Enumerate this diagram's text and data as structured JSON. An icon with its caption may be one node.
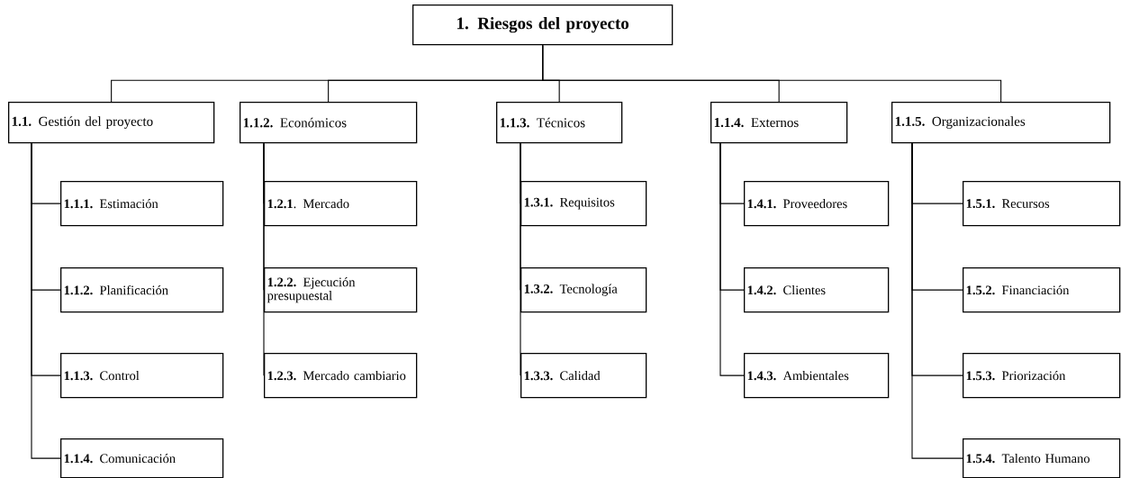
{
  "diagram": {
    "nodes": [
      {
        "text": [
          "1. Riesgos del proyecto"
        ]
      },
      {
        "text": [
          "**1.1.** Gestión del proyecto"
        ]
      },
      {
        "text": [
          "**1.1.2.** Económicos"
        ]
      },
      {
        "text": [
          "**1.1.3.** Técnicos"
        ]
      },
      {
        "text": [
          "**1.1.4.** Externos"
        ]
      },
      {
        "text": [
          "**1.1.5.** Organizacionales"
        ]
      },
      {
        "text": [
          "**1.1.1.** Estimación"
        ]
      },
      {
        "text": [
          "**1.1.2.** Planificación"
        ]
      },
      {
        "text": [
          "**1.1.3.** Control"
        ]
      },
      {
        "text": [
          "**1.1.4.** Comunicación"
        ]
      },
      {
        "text": [
          "**1.2.1**. Mercado"
        ]
      },
      {
        "text": [
          "**1.2.2.** Ejecución presupuestal"
        ]
      },
      {
        "text": [
          "**1.2.3.** Mercado cambiario"
        ]
      },
      {
        "text": [
          "**1.3.1.** Requisitos"
        ]
      },
      {
        "text": [
          "**1.3.2.** Tecnología"
        ]
      },
      {
        "text": [
          "**1.3.3.** Calidad"
        ]
      },
      {
        "text": [
          "**1.4.1.** Proveedores"
        ]
      },
      {
        "text": [
          "**1.4.2.** Clientes"
        ]
      },
      {
        "text": [
          "**1.4.3.** Ambientales"
        ]
      },
      {
        "text": [
          "**1.5.1.** Recursos"
        ]
      },
      {
        "text": [
          "**1.5.2.** Financiación"
        ]
      },
      {
        "text": [
          "**1.5.3.** Priorización"
        ]
      },
      {
        "text": [
          "**1.5.4.** Talento Humano"
        ]
      }
    ],
    "edges": [
      {
        "from": 0,
        "to": 1,
        "arrow": "none"
      },
      {
        "from": 0,
        "to": 2,
        "arrow": "none"
      },
      {
        "from": 0,
        "to": 3,
        "arrow": "none"
      },
      {
        "from": 0,
        "to": 4,
        "arrow": "none"
      },
      {
        "from": 0,
        "to": 5,
        "arrow": "none"
      },
      {
        "from": 1,
        "to": 6,
        "arrow": "none"
      },
      {
        "from": 1,
        "to": 7,
        "arrow": "none"
      },
      {
        "from": 1,
        "to": 8,
        "arrow": "none"
      },
      {
        "from": 1,
        "to": 9,
        "arrow": "none"
      },
      {
        "from": 2,
        "to": 10,
        "arrow": "none"
      },
      {
        "from": 2,
        "to": 11,
        "arrow": "none"
      },
      {
        "from": 2,
        "to": 12,
        "arrow": "none"
      },
      {
        "from": 3,
        "to": 13,
        "arrow": "none"
      },
      {
        "from": 3,
        "to": 14,
        "arrow": "none"
      },
      {
        "from": 3,
        "to": 15,
        "arrow": "none"
      },
      {
        "from": 4,
        "to": 16,
        "arrow": "none"
      },
      {
        "from": 4,
        "to": 17,
        "arrow": "none"
      },
      {
        "from": 4,
        "to": 18,
        "arrow": "none"
      },
      {
        "from": 5,
        "to": 19,
        "arrow": "none"
      },
      {
        "from": 5,
        "to": 20,
        "arrow": "none"
      },
      {
        "from": 5,
        "to": 21,
        "arrow": "none"
      },
      {
        "from": 5,
        "to": 22,
        "arrow": "none"
      }
    ]
  }
}
